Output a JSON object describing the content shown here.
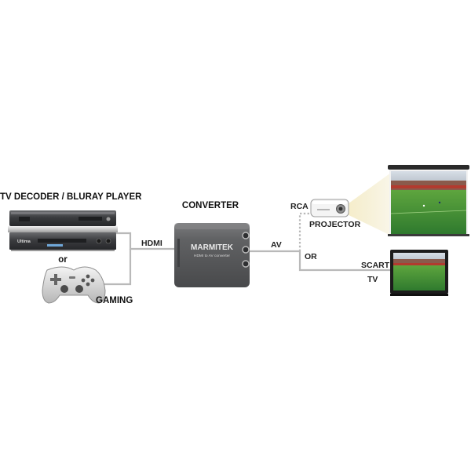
{
  "labels": {
    "source_title": "TV DECODER / BLURAY PLAYER",
    "or_sources": "or",
    "gaming": "GAMING",
    "hdmi": "HDMI",
    "converter_title": "CONVERTER",
    "av": "AV",
    "rca": "RCA",
    "projector": "PROJECTOR",
    "or_outputs": "OR",
    "scart": "SCART",
    "tv": "TV"
  },
  "converter": {
    "brand": "MARMITEK",
    "caption": "HDMI to AV converter"
  },
  "decoder": {
    "logo": "Ultima"
  },
  "colors": {
    "cable": "#b9b9b9",
    "device_dark": "#3a3b3d",
    "converter_body": "#5d5e60",
    "grass": "#3f8f3a",
    "screen_frame": "#1c1c1c"
  },
  "icons": {
    "decoder": "set-top-box",
    "bluray": "bluray-player",
    "gamepad": "gamepad",
    "converter": "converter-box",
    "projector": "projector",
    "projection_screen": "projection-screen",
    "tv": "flat-tv"
  }
}
